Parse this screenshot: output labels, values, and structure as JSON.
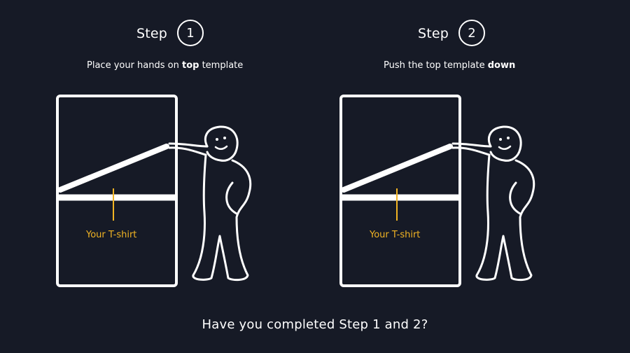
{
  "steps": [
    {
      "word": "Step",
      "number": "1",
      "instruction_pre": "Place your hands on ",
      "instruction_bold": "top",
      "instruction_post": " template",
      "tshirt_label": "Your T-shirt"
    },
    {
      "word": "Step",
      "number": "2",
      "instruction_pre": "Push the top template ",
      "instruction_bold": "down",
      "instruction_post": "",
      "tshirt_label": "Your T-shirt"
    }
  ],
  "question": "Have you completed Step 1 and 2?",
  "colors": {
    "background": "#161a26",
    "line": "#ffffff",
    "accent": "#f2b423"
  }
}
